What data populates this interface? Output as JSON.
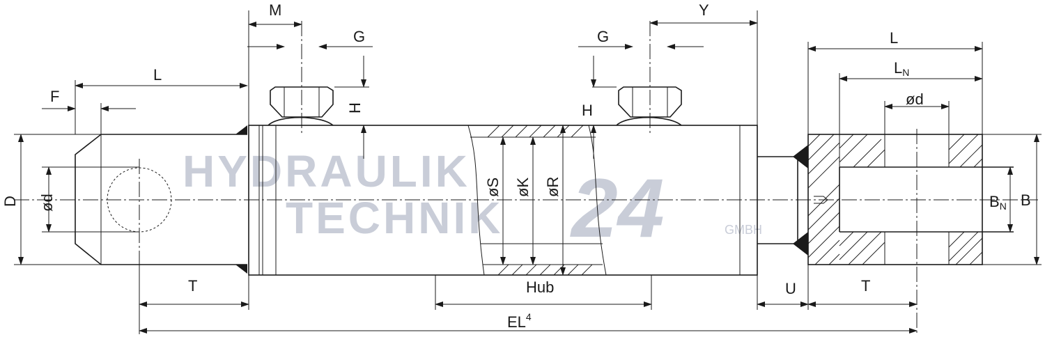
{
  "labels": {
    "M": "M",
    "G_left": "G",
    "G_right": "G",
    "Y": "Y",
    "L_left": "L",
    "L_right": "L",
    "L_N_main": "L",
    "L_N_sub": "N",
    "F": "F",
    "H_left": "H",
    "H_right": "H",
    "D": "D",
    "od_left": "ød",
    "od_right": "ød",
    "oS": "øS",
    "oK": "øK",
    "oR": "øR",
    "B": "B",
    "B_N_main": "B",
    "B_N_sub": "N",
    "T_left": "T",
    "T_right": "T",
    "Hub": "Hub",
    "U": "U",
    "EL_main": "EL",
    "EL_sup": "4"
  },
  "watermark": {
    "line1": "HYDRAULIK",
    "line2": "TECHNIK",
    "number": "24",
    "suffix": "GMBH"
  }
}
